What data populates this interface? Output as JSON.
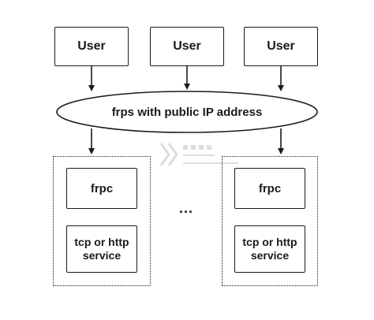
{
  "users": [
    {
      "label": "User"
    },
    {
      "label": "User"
    },
    {
      "label": "User"
    }
  ],
  "server": {
    "label": "frps with public IP address"
  },
  "clients": [
    {
      "frpc_label": "frpc",
      "service_label": "tcp or http service"
    },
    {
      "frpc_label": "frpc",
      "service_label": "tcp or http service"
    }
  ],
  "ellipsis": "...",
  "colors": {
    "stroke": "#1a1a1a",
    "background": "#ffffff",
    "watermark": "#9aa0a6"
  }
}
